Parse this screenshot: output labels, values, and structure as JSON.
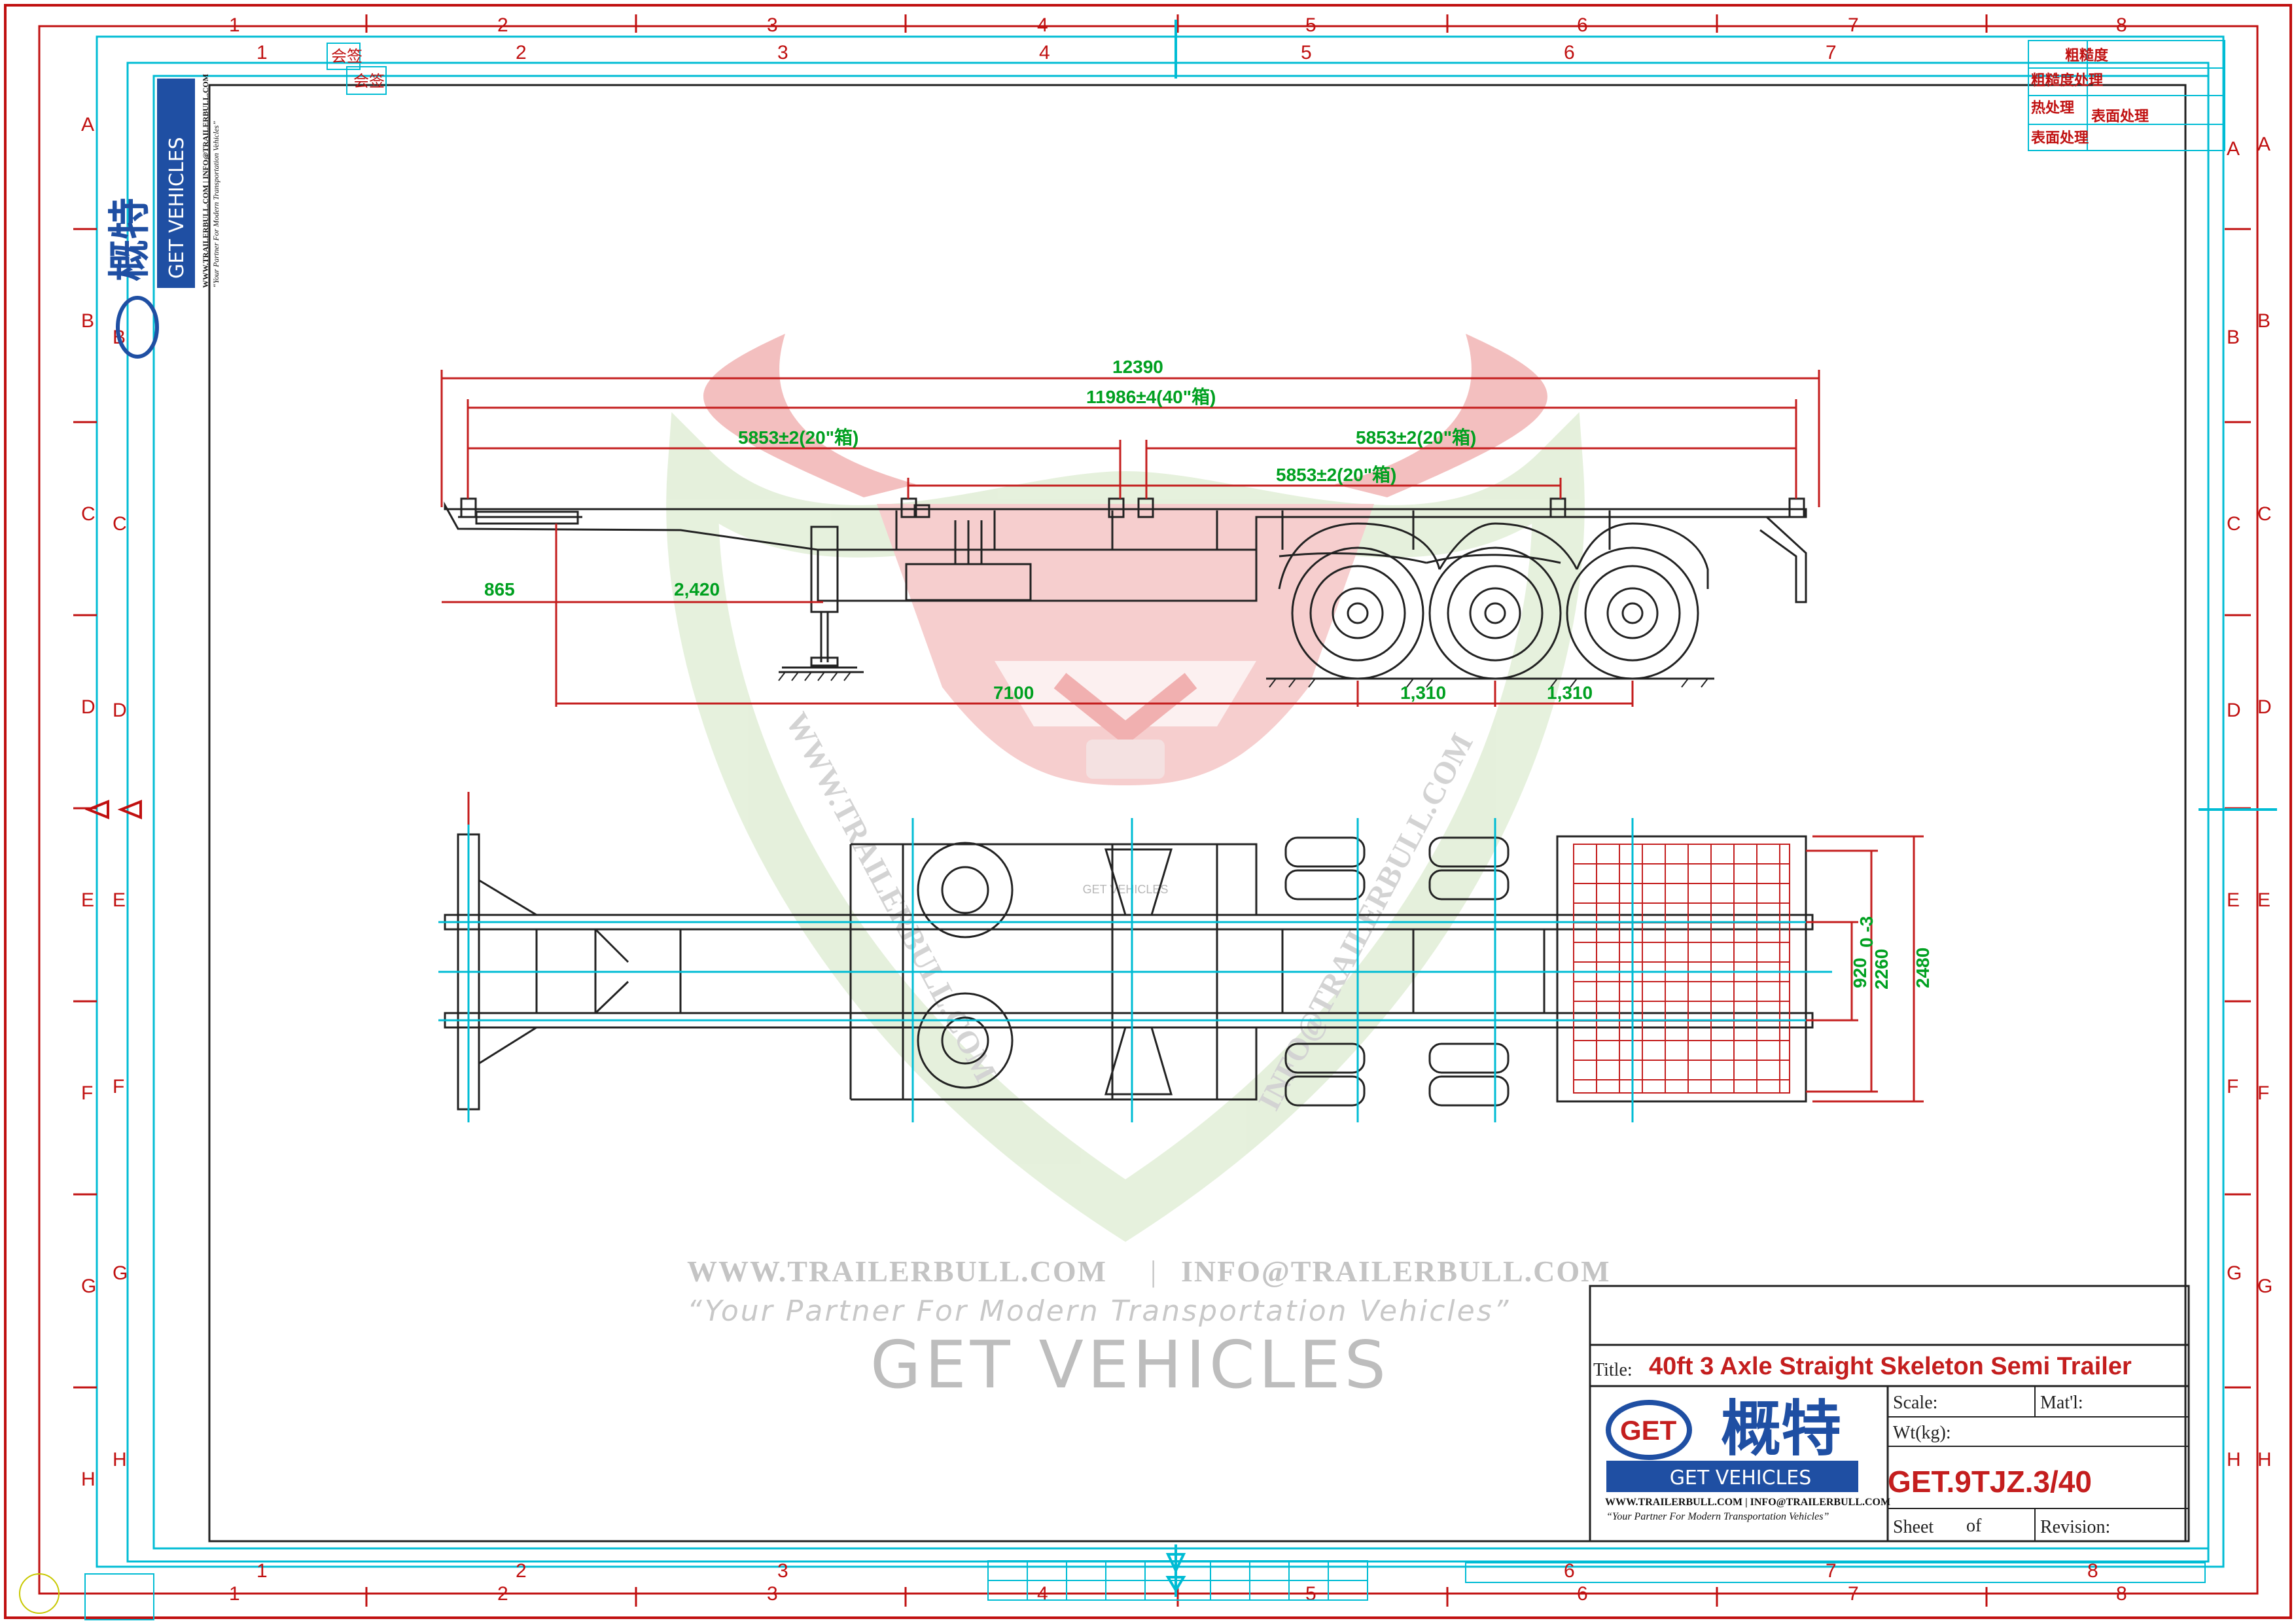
{
  "grid": {
    "columns": [
      "1",
      "2",
      "3",
      "4",
      "5",
      "6",
      "7",
      "8"
    ],
    "rows": [
      "A",
      "B",
      "C",
      "D",
      "E",
      "F",
      "G",
      "H"
    ]
  },
  "corner_labels": {
    "top_left_1": "会签",
    "top_left_2": "会签"
  },
  "process_box": {
    "r1": "粗糙度",
    "r2": "粗糙度处理",
    "r3": "热处理",
    "r3b": "表面处理",
    "r4": "表面处理"
  },
  "watermark": {
    "url_diag_left": "WWW.TRAILERBULL.COM",
    "url_diag_right": "INFO@TRAILERBULL.COM",
    "web": "WWW.TRAILERBULL.COM",
    "sep": "|",
    "email": "INFO@TRAILERBULL.COM",
    "tagline": "“Your Partner For Modern Transportation Vehicles”",
    "brand": "GET VEHICLES",
    "center_mark": "GET VEHICLES"
  },
  "side_logo": {
    "cn": "概特",
    "brand": "GET VEHICLES",
    "contact": "WWW.TRAILERBULL.COM | INFO@TRAILERBULL.COM",
    "tagline": "“Your Partner For Modern Transportation Vehicles”"
  },
  "side_view_dims": {
    "overall": "12390",
    "forty_ft": "11986±4(40\"箱)",
    "twenty_ft_left": "5853±2(20\"箱)",
    "twenty_ft_right": "5853±2(20\"箱)",
    "twenty_ft_mid": "5853±2(20\"箱)",
    "front_overhang": "865",
    "kingpin_to_leg": "2,420",
    "kingpin_to_axle": "7100",
    "axle_spacing_1": "1,310",
    "axle_spacing_2": "1,310"
  },
  "top_view_dims": {
    "beam_spacing": "920",
    "rear_width": "2260",
    "rear_width_tol": "0 -3",
    "overall_width": "2480"
  },
  "title_block": {
    "title_label": "Title:",
    "title": "40ft 3 Axle Straight Skeleton Semi Trailer",
    "scale_label": "Scale:",
    "material_label": "Mat'l:",
    "weight_label": "Wt(kg):",
    "drawing_no": "GET.9TJZ.3/40",
    "sheet_label": "Sheet",
    "of_label": "of",
    "revision_label": "Revision:",
    "logo_cn": "概特",
    "logo_brand": "GET VEHICLES",
    "logo_contact": "WWW.TRAILERBULL.COM  |  INFO@TRAILERBULL.COM",
    "logo_tagline": "“Your Partner For Modern Transportation Vehicles”"
  }
}
